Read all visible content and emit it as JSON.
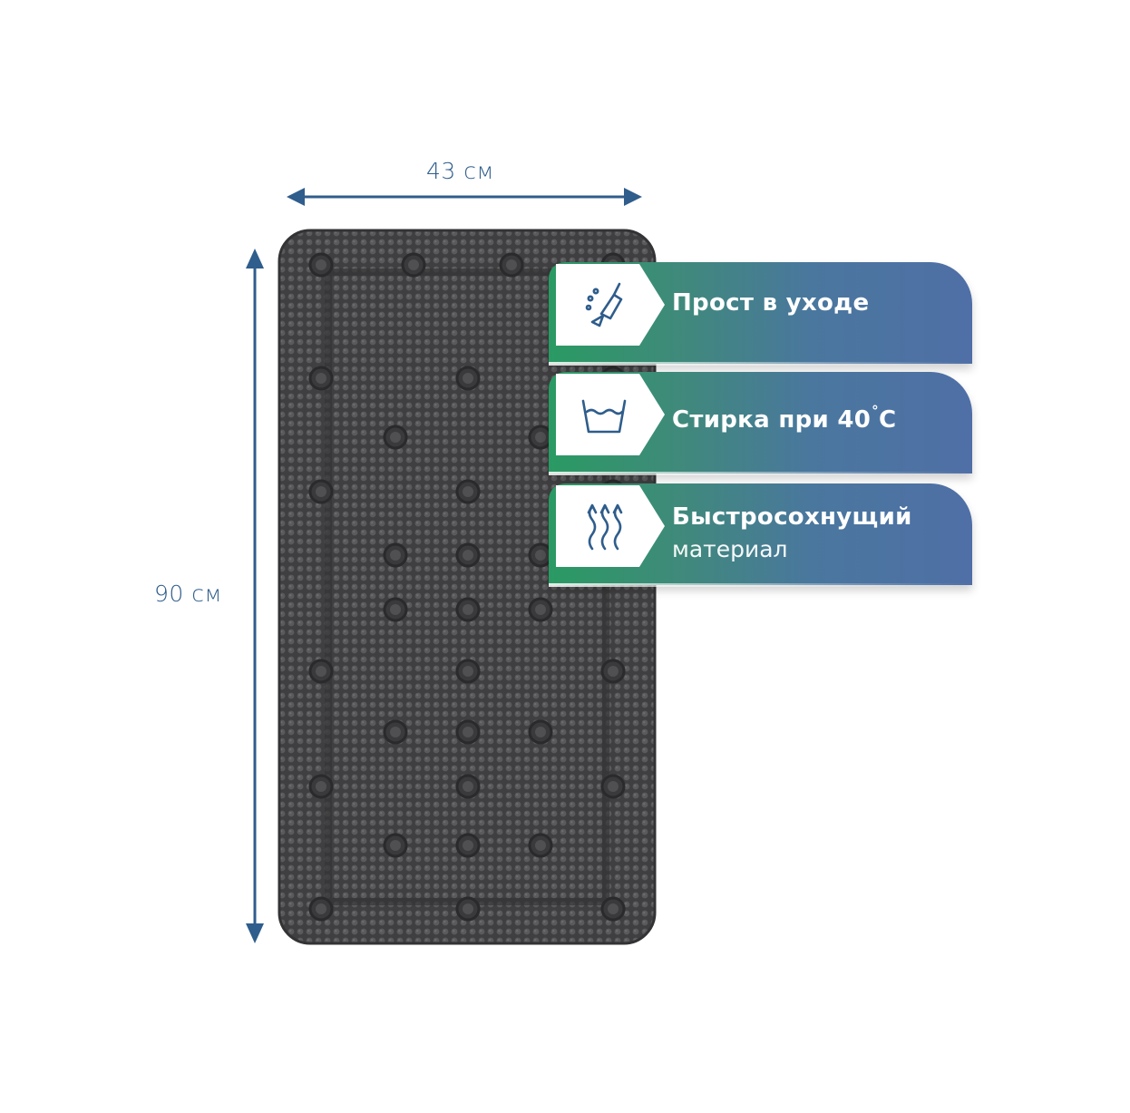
{
  "dimensions": {
    "width_label": "43 см",
    "height_label": "90 см"
  },
  "features": [
    {
      "title": "Прост в уходе",
      "icon": "broom-cleaning-icon"
    },
    {
      "title_main": "Стирка при 40",
      "title_deg": "°",
      "title_unit": "C",
      "icon": "washing-40-icon"
    },
    {
      "title": "Быстросохнущий",
      "subtitle": "материал",
      "icon": "fast-drying-icon"
    }
  ],
  "colors": {
    "arrow": "#2f5d8c",
    "badge_start": "#2a9a63",
    "badge_end": "#4f6fa6",
    "mat": "#4a4a4c"
  }
}
